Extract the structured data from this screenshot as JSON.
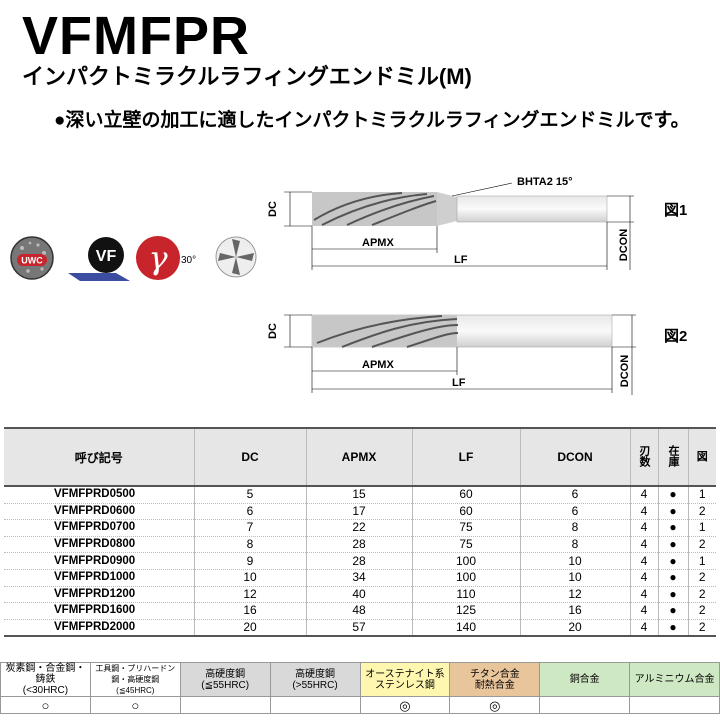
{
  "header": {
    "title": "VFMFPR",
    "subtitle": "インパクトミラクルラフィングエンドミル(M)",
    "description": "●深い立壁の加工に適したインパクトミラクルラフィングエンドミルです。"
  },
  "icons": {
    "uwc_label": "UWC",
    "vf_label": "VF",
    "helix_label": "30°",
    "colors": {
      "uwc": "#c8242b",
      "vf": "#111111",
      "helix": "#c8242b"
    }
  },
  "drawing": {
    "fig1": {
      "label": "図1",
      "chamfer": "BHTA2 15°",
      "dc": "DC",
      "apmx": "APMX",
      "lf": "LF",
      "dcon": "DCON"
    },
    "fig2": {
      "label": "図2",
      "dc": "DC",
      "apmx": "APMX",
      "lf": "LF",
      "dcon": "DCON"
    }
  },
  "table": {
    "headers": {
      "code": "呼び記号",
      "dc": "DC",
      "apmx": "APMX",
      "lf": "LF",
      "dcon": "DCON",
      "flutes": "刃数",
      "stock": "在庫",
      "fig": "図"
    },
    "rows": [
      {
        "code": "VFMFPRD0500",
        "dc": "5",
        "apmx": "15",
        "lf": "60",
        "dcon": "6",
        "flutes": "4",
        "stock": "●",
        "fig": "1"
      },
      {
        "code": "VFMFPRD0600",
        "dc": "6",
        "apmx": "17",
        "lf": "60",
        "dcon": "6",
        "flutes": "4",
        "stock": "●",
        "fig": "2"
      },
      {
        "code": "VFMFPRD0700",
        "dc": "7",
        "apmx": "22",
        "lf": "75",
        "dcon": "8",
        "flutes": "4",
        "stock": "●",
        "fig": "1"
      },
      {
        "code": "VFMFPRD0800",
        "dc": "8",
        "apmx": "28",
        "lf": "75",
        "dcon": "8",
        "flutes": "4",
        "stock": "●",
        "fig": "2"
      },
      {
        "code": "VFMFPRD0900",
        "dc": "9",
        "apmx": "28",
        "lf": "100",
        "dcon": "10",
        "flutes": "4",
        "stock": "●",
        "fig": "1"
      },
      {
        "code": "VFMFPRD1000",
        "dc": "10",
        "apmx": "34",
        "lf": "100",
        "dcon": "10",
        "flutes": "4",
        "stock": "●",
        "fig": "2"
      },
      {
        "code": "VFMFPRD1200",
        "dc": "12",
        "apmx": "40",
        "lf": "110",
        "dcon": "12",
        "flutes": "4",
        "stock": "●",
        "fig": "2"
      },
      {
        "code": "VFMFPRD1600",
        "dc": "16",
        "apmx": "48",
        "lf": "125",
        "dcon": "16",
        "flutes": "4",
        "stock": "●",
        "fig": "2"
      },
      {
        "code": "VFMFPRD2000",
        "dc": "20",
        "apmx": "57",
        "lf": "140",
        "dcon": "20",
        "flutes": "4",
        "stock": "●",
        "fig": "2"
      }
    ]
  },
  "materials": {
    "columns": [
      {
        "l1": "炭素鋼・合金鋼・鋳鉄",
        "l2": "(<30HRC)",
        "mark": "○",
        "bg": "#ffffff"
      },
      {
        "l1": "工具鋼・プリハードン鋼・高硬度鋼",
        "l2": "(≦45HRC)",
        "mark": "○",
        "bg": "#ffffff"
      },
      {
        "l1": "高硬度鋼",
        "l2": "(≦55HRC)",
        "mark": "",
        "bg": "#d9d9d9"
      },
      {
        "l1": "高硬度鋼",
        "l2": "(>55HRC)",
        "mark": "",
        "bg": "#d9d9d9"
      },
      {
        "l1": "オーステナイト系",
        "l2": "ステンレス鋼",
        "mark": "◎",
        "bg": "#fff7b0"
      },
      {
        "l1": "チタン合金",
        "l2": "耐熱合金",
        "mark": "◎",
        "bg": "#e9c59c"
      },
      {
        "l1": "銅合金",
        "l2": "",
        "mark": "",
        "bg": "#cfe8c4"
      },
      {
        "l1": "アルミニウム合金",
        "l2": "",
        "mark": "",
        "bg": "#cfe8c4"
      }
    ]
  }
}
